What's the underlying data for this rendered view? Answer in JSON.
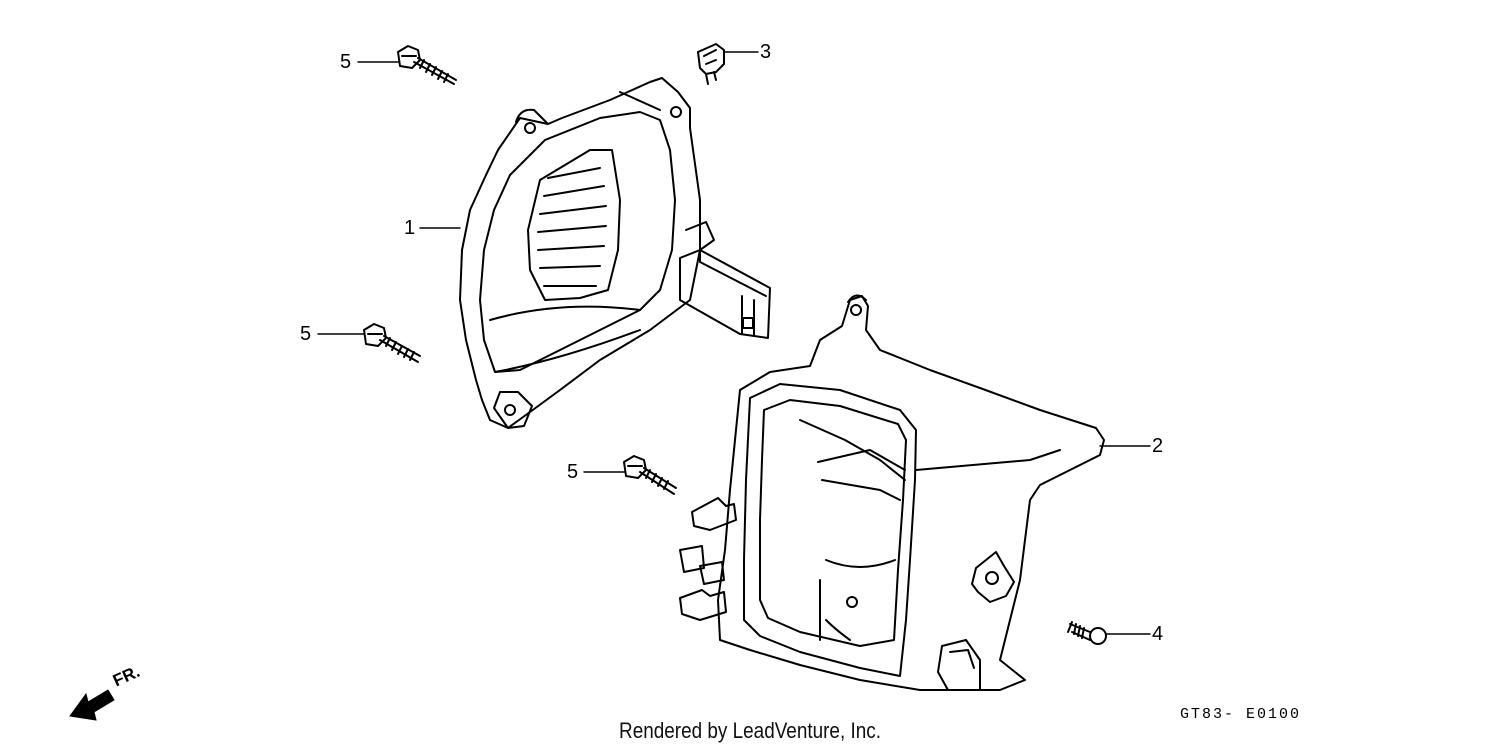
{
  "callouts": {
    "c1": "1",
    "c2": "2",
    "c3": "3",
    "c4": "4",
    "c5a": "5",
    "c5b": "5",
    "c5c": "5"
  },
  "footer": {
    "credit": "Rendered by LeadVenture, Inc.",
    "diagram_code": "GT83- E0100"
  },
  "direction": {
    "label": "FR."
  }
}
